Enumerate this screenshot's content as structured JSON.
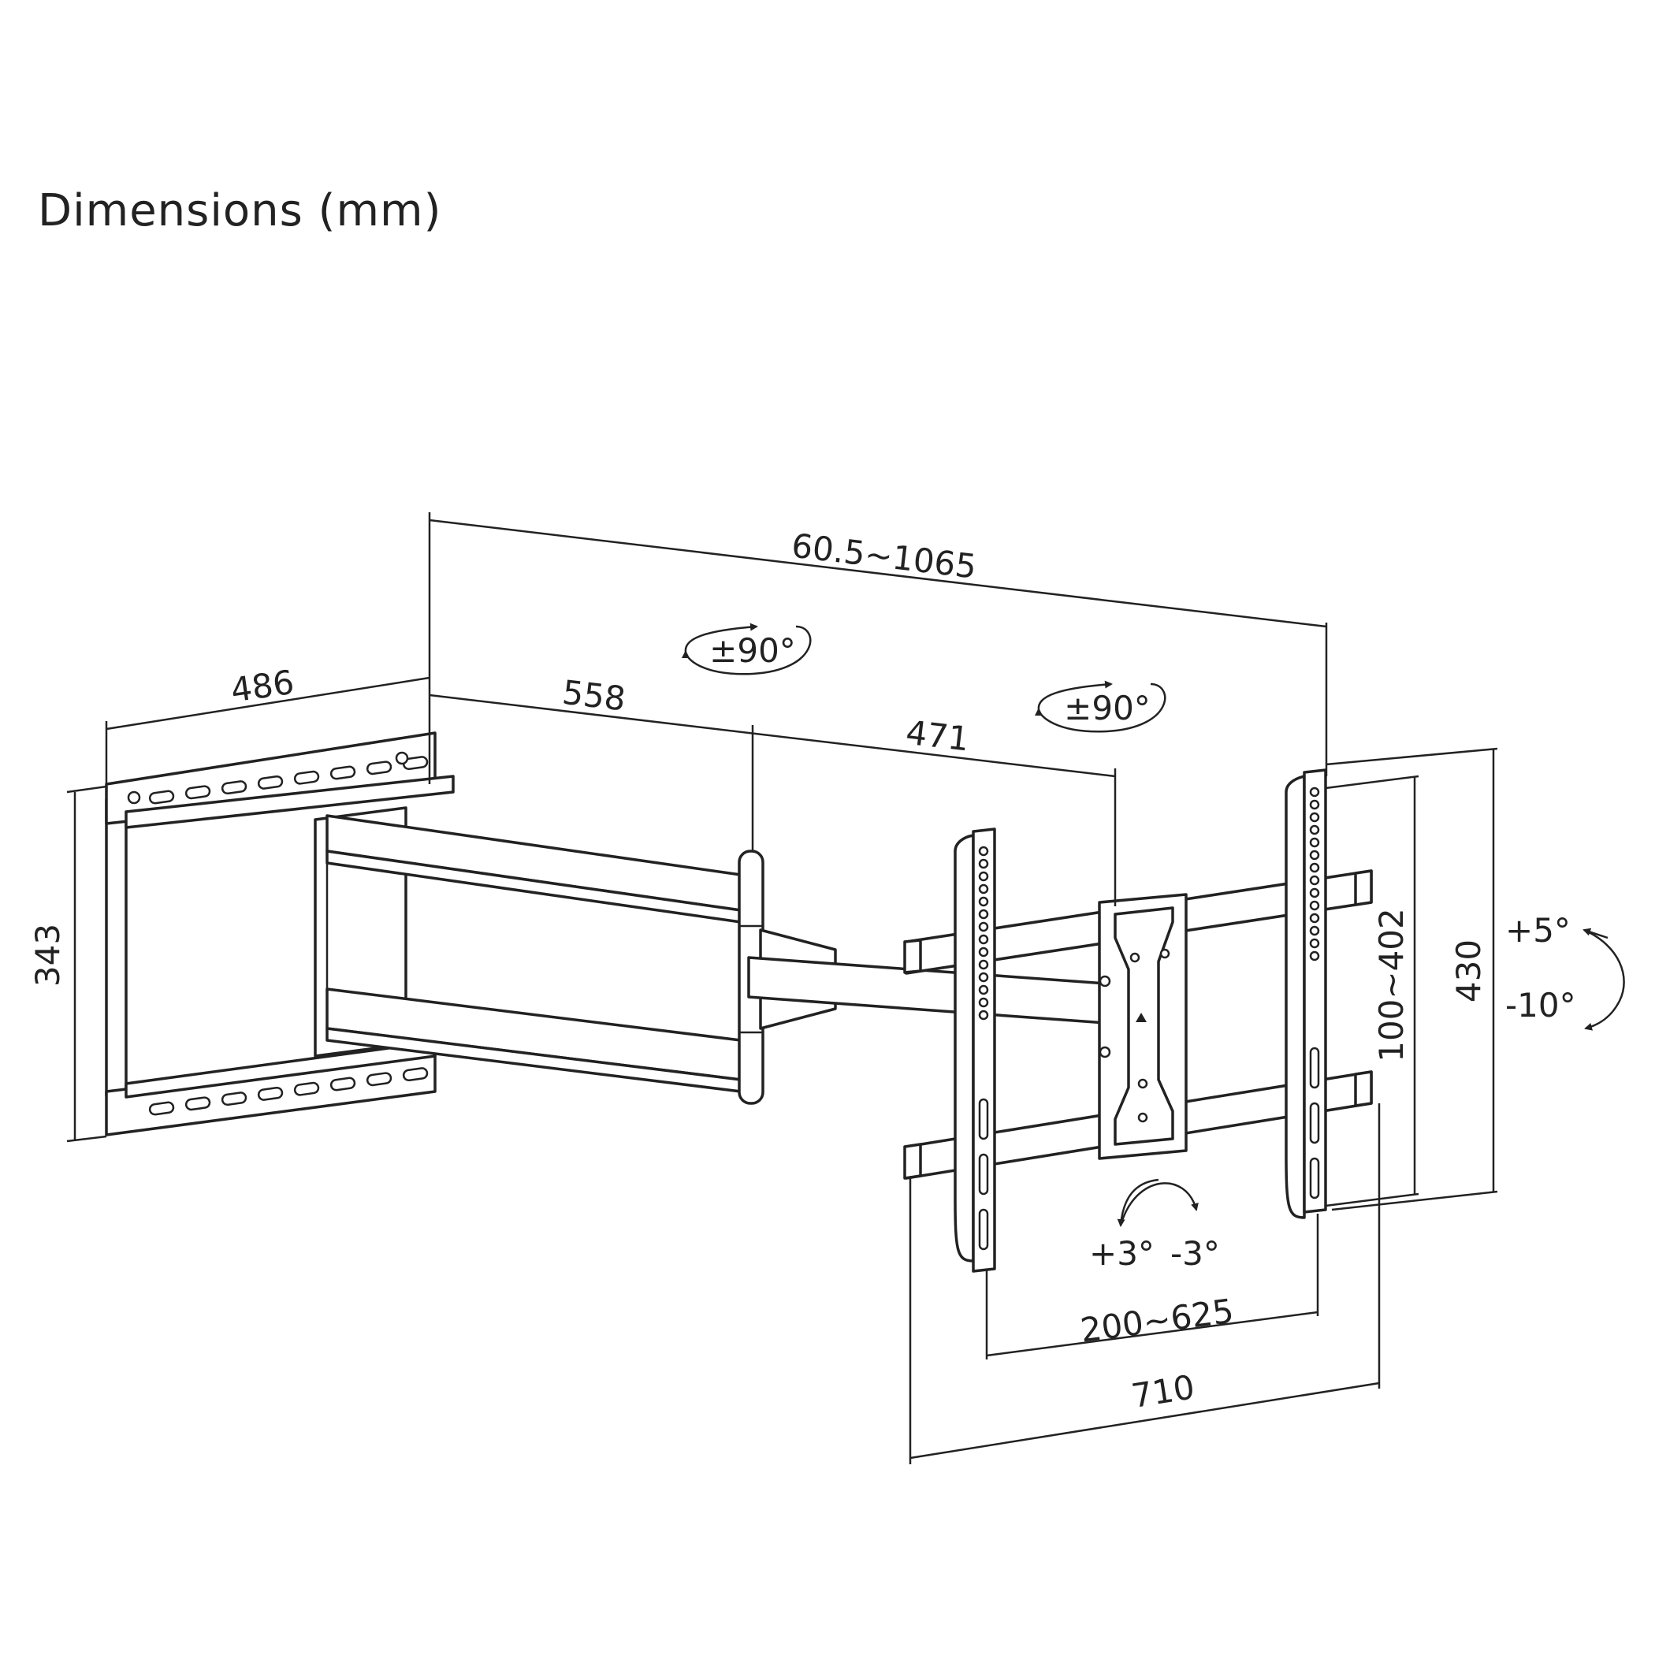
{
  "title": "Dimensions (mm)",
  "dimensions": {
    "arm_reach": "60.5~1065",
    "wall_plate_width": "486",
    "arm_segment_1": "558",
    "arm_segment_2": "471",
    "wall_plate_height": "343",
    "vesa_vertical": "100~402",
    "bracket_height": "430",
    "vesa_horizontal": "200~625",
    "bracket_width": "710"
  },
  "motion": {
    "swivel_arm": "±90°",
    "swivel_head": "±90°",
    "tilt_up": "+5°",
    "tilt_down": "-10°",
    "level_plus": "+3°",
    "level_minus": "-3°"
  }
}
